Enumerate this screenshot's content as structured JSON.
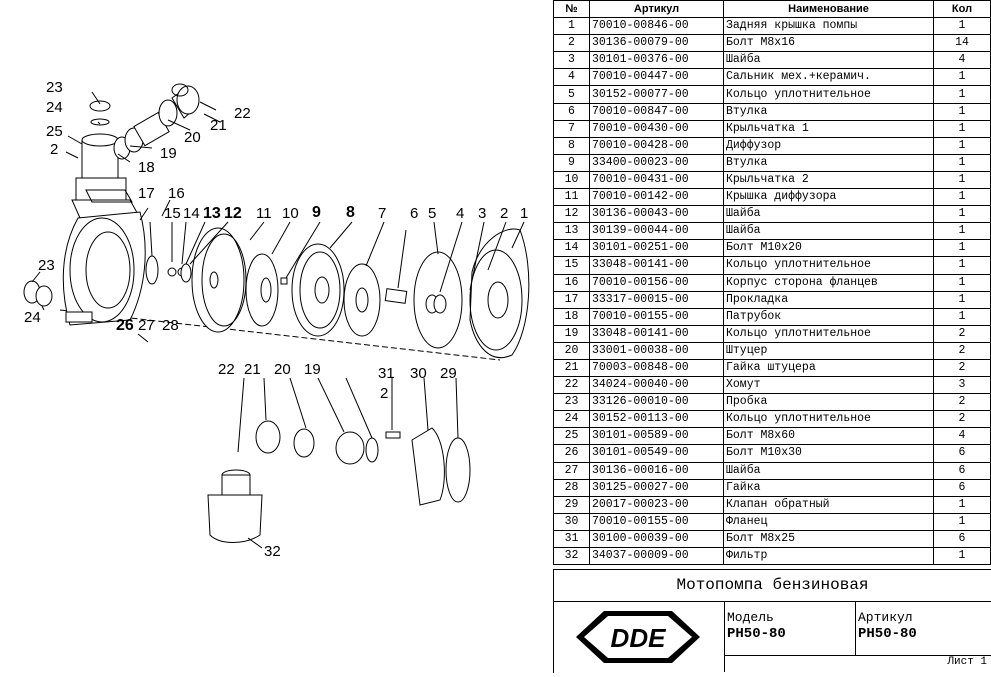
{
  "table": {
    "headers": {
      "num": "№",
      "article": "Артикул",
      "name": "Наименование",
      "qty": "Кол"
    },
    "rows": [
      [
        "1",
        "70010-00846-00",
        "Задняя крышка помпы",
        "1"
      ],
      [
        "2",
        "30136-00079-00",
        "Болт M8x16",
        "14"
      ],
      [
        "3",
        "30101-00376-00",
        "Шайба",
        "4"
      ],
      [
        "4",
        "70010-00447-00",
        "Сальник мех.+керамич.",
        "1"
      ],
      [
        "5",
        "30152-00077-00",
        "Кольцо уплотнительное",
        "1"
      ],
      [
        "6",
        "70010-00847-00",
        "Втулка",
        "1"
      ],
      [
        "7",
        "70010-00430-00",
        "Крыльчатка 1",
        "1"
      ],
      [
        "8",
        "70010-00428-00",
        "Диффузор",
        "1"
      ],
      [
        "9",
        "33400-00023-00",
        "Втулка",
        "1"
      ],
      [
        "10",
        "70010-00431-00",
        "Крыльчатка 2",
        "1"
      ],
      [
        "11",
        "70010-00142-00",
        "Крышка диффузора",
        "1"
      ],
      [
        "12",
        "30136-00043-00",
        "Шайба",
        "1"
      ],
      [
        "13",
        "30139-00044-00",
        "Шайба",
        "1"
      ],
      [
        "14",
        "30101-00251-00",
        "Болт M10x20",
        "1"
      ],
      [
        "15",
        "33048-00141-00",
        "Кольцо уплотнительное",
        "1"
      ],
      [
        "16",
        "70010-00156-00",
        "Корпус сторона фланцев",
        "1"
      ],
      [
        "17",
        "33317-00015-00",
        "Прокладка",
        "1"
      ],
      [
        "18",
        "70010-00155-00",
        "Патрубок",
        "1"
      ],
      [
        "19",
        "33048-00141-00",
        "Кольцо уплотнительное",
        "2"
      ],
      [
        "20",
        "33001-00038-00",
        "Штуцер",
        "2"
      ],
      [
        "21",
        "70003-00848-00",
        "Гайка штуцера",
        "2"
      ],
      [
        "22",
        "34024-00040-00",
        "Хомут",
        "3"
      ],
      [
        "23",
        "33126-00010-00",
        "Пробка",
        "2"
      ],
      [
        "24",
        "30152-00113-00",
        "Кольцо уплотнительное",
        "2"
      ],
      [
        "25",
        "30101-00589-00",
        "Болт M8x60",
        "4"
      ],
      [
        "26",
        "30101-00549-00",
        "Болт M10x30",
        "6"
      ],
      [
        "27",
        "30136-00016-00",
        "Шайба",
        "6"
      ],
      [
        "28",
        "30125-00027-00",
        "Гайка",
        "6"
      ],
      [
        "29",
        "20017-00023-00",
        "Клапан обратный",
        "1"
      ],
      [
        "30",
        "70010-00155-00",
        "Фланец",
        "1"
      ],
      [
        "31",
        "30100-00039-00",
        "Болт M8x25",
        "6"
      ],
      [
        "32",
        "34037-00009-00",
        "Фильтр",
        "1"
      ]
    ]
  },
  "title_block": {
    "title": "Мотопомпа бензиновая",
    "logo_text": "DDE",
    "model_label": "Модель",
    "model_value": "PH50-80",
    "article_label": "Артикул",
    "article_value": "PH50-80",
    "sheet": "Лист 1"
  },
  "callouts": {
    "c23a": "23",
    "c24a": "24",
    "c25": "25",
    "c2a": "2",
    "c18": "18",
    "c19a": "19",
    "c20a": "20",
    "c21a": "21",
    "c22a": "22",
    "c17": "17",
    "c16": "16",
    "c15": "15",
    "c14": "14",
    "c13": "13",
    "c12": "12",
    "c11": "11",
    "c10": "10",
    "c9": "9",
    "c8": "8",
    "c7": "7",
    "c6": "6",
    "c5": "5",
    "c4": "4",
    "c3": "3",
    "c2b": "2",
    "c1": "1",
    "c23b": "23",
    "c24b": "24",
    "c26": "26",
    "c27": "27",
    "c28": "28",
    "c22b": "22",
    "c21b": "21",
    "c20b": "20",
    "c19b": "19",
    "c31": "31",
    "c2c": "2",
    "c30": "30",
    "c29": "29",
    "c32": "32"
  }
}
